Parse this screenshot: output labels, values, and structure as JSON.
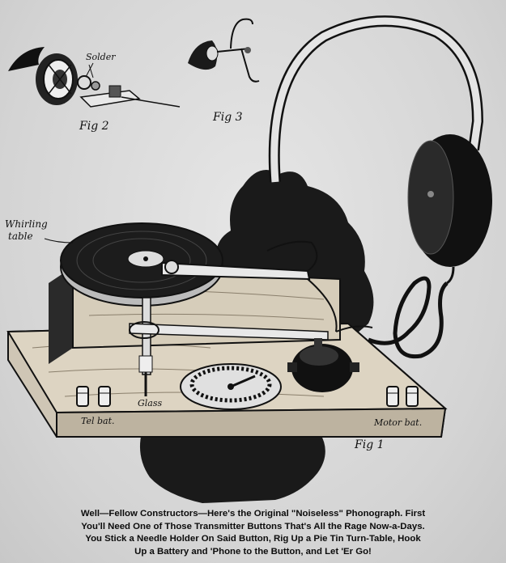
{
  "labels": {
    "solder": "Solder",
    "fig2": "Fig 2",
    "fig3": "Fig 3",
    "whirling": "Whirling",
    "table": "table",
    "tel_bat": "Tel bat.",
    "glass": "Glass",
    "motor_bat": "Motor bat.",
    "fig1": "Fig 1"
  },
  "caption": {
    "line1": "Well—Fellow Constructors—Here's the Original \"Noiseless\" Phonograph.  First",
    "line2": "You'll Need One of Those Transmitter Buttons That's All the Rage Now-a-Days.",
    "line3": "You Stick a Needle Holder On Said Button, Rig Up a Pie Tin Turn-Table, Hook",
    "line4": "Up a Battery and 'Phone to the Button, and Let 'Er Go!"
  }
}
